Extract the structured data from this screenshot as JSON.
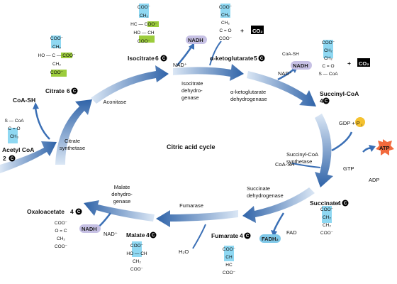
{
  "diagram": {
    "center_label": "Citric acid cycle",
    "colors": {
      "arrow_dark": "#2f63a8",
      "arrow_light": "#dbe7f5",
      "cyan_box": "#8fd8f2",
      "green_box": "#9ccc3c",
      "nadh_fill": "#c6c0e4",
      "fadh_fill": "#7fc8e8",
      "gdp_fill": "#f5c230",
      "atp_fill": "#f26a3d",
      "co2_fill": "#000000"
    },
    "carbon_glyph": "C",
    "metabolites": {
      "acetyl_coa": {
        "name": "Acetyl CoA",
        "carbons": "2",
        "lines": [
          "S — CoA",
          "C = O",
          "CH₃"
        ]
      },
      "citrate": {
        "name": "Citrate",
        "carbons": "6",
        "lines": [
          "COO⁻",
          "CH₂",
          "HO — C — COO⁻",
          "CH₂",
          "COO⁻"
        ]
      },
      "isocitrate": {
        "name": "Isocitrate",
        "carbons": "6",
        "lines": [
          "COO⁻",
          "CH₂",
          "HC — COO⁻",
          "HO — CH",
          "COO⁻"
        ]
      },
      "akg": {
        "name": "α-ketoglutarate",
        "carbons": "5",
        "lines": [
          "COO⁻",
          "CH₂",
          "CH₂",
          "C = O",
          "COO⁻"
        ]
      },
      "succinyl_coa": {
        "name": "Succinyl-CoA",
        "carbons": "4",
        "lines": [
          "COO⁻",
          "CH₂",
          "CH₂",
          "C = O",
          "S — CoA"
        ]
      },
      "succinate": {
        "name": "Succinate",
        "carbons": "4",
        "lines": [
          "COO⁻",
          "CH₂",
          "CH₂",
          "COO⁻"
        ]
      },
      "fumarate": {
        "name": "Fumarate",
        "carbons": "4",
        "lines": [
          "COO⁻",
          "CH",
          "HC",
          "COO⁻"
        ]
      },
      "malate": {
        "name": "Malate",
        "carbons": "4",
        "lines": [
          "COO⁻",
          "HO — CH",
          "CH₂",
          "COO⁻"
        ]
      },
      "oxaloacetate": {
        "name": "Oxaloacetate",
        "carbons": "4",
        "lines": [
          "COO⁻",
          "O = C",
          "CH₂",
          "COO⁻"
        ]
      }
    },
    "enzymes": {
      "citrate_synthetase": "Citrate\nsynthetase",
      "aconitase": "Aconitase",
      "isocitrate_dh": "Isocitrate\ndehydro-\ngenase",
      "akg_dh": "α-ketoglutarate\ndehydrogenase",
      "succinyl_coa_synthetase": "Succinyl-CoA\nsynthetase",
      "succinate_dh": "Succinate\ndehydrogenase",
      "fumarase": "Fumarase",
      "malate_dh": "Malate\ndehydro-\ngenase"
    },
    "side": {
      "coa_sh_left": "CoA-SH",
      "coa_sh_top": "CoA-SH",
      "coa_sh_inner": "CoA-SH",
      "nad_1": "NAD⁺",
      "nadh_1": "NADH",
      "nad_2": "NAD⁺",
      "nadh_2": "NADH",
      "nad_3": "NAD⁺",
      "nadh_3": "NADH",
      "co2_1": "CO₂",
      "co2_2": "CO₂",
      "plus_1": "+",
      "plus_2": "+",
      "plus_3": "+",
      "gdp": "GDP + P",
      "pi_sub": "i",
      "gtp": "GTP",
      "atp": "ATP",
      "adp": "ADP",
      "fadh2": "FADH₂",
      "fad": "FAD",
      "h2o": "H₂O"
    }
  }
}
